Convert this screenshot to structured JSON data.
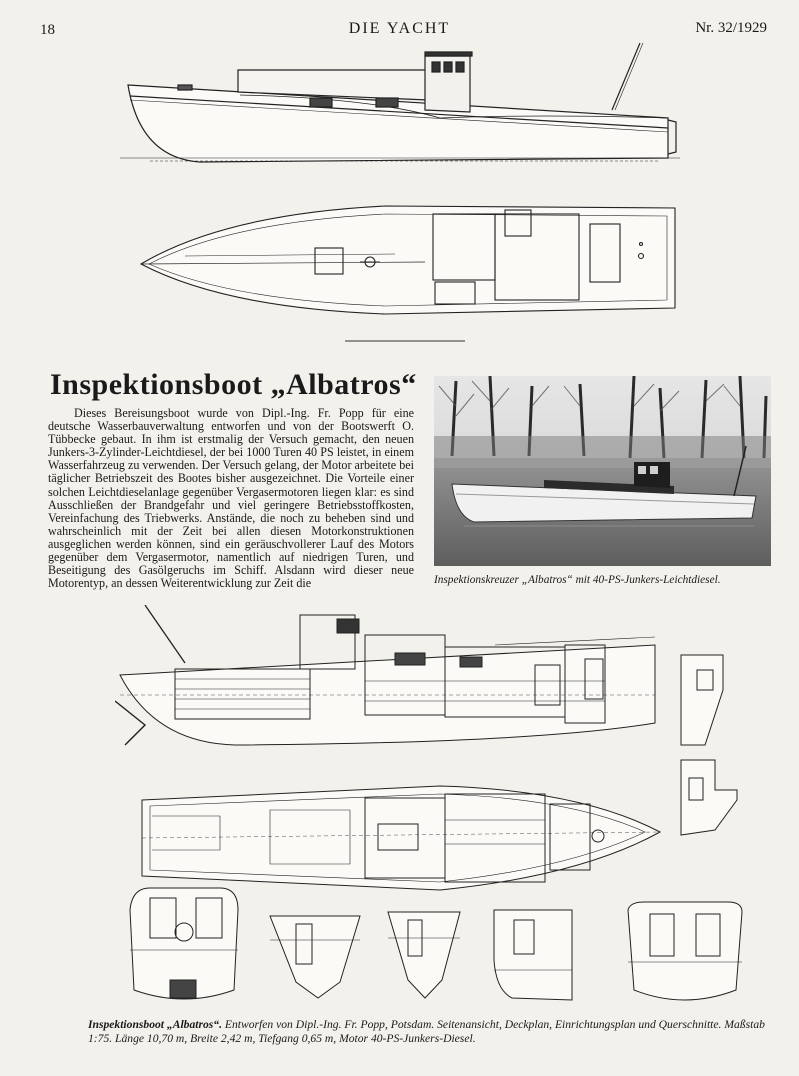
{
  "header": {
    "page_number": "18",
    "journal": "DIE YACHT",
    "issue": "Nr. 32/1929"
  },
  "article": {
    "title": "Inspektionsboot „Albatros“",
    "body": "Dieses Bereisungsboot wurde von Dipl.-Ing. Fr. Popp für eine deutsche Wasserbauverwaltung entworfen und von der Bootswerft O. Tübbecke gebaut. In ihm ist erstmalig der Versuch gemacht, den neuen Junkers-3-Zylinder-Leichtdiesel, der bei 1000 Turen 40 PS leistet, in einem Wasserfahrzeug zu verwenden. Der Versuch gelang, der Motor arbeitete bei täglicher Betriebszeit des Bootes bisher ausgezeichnet. Die Vorteile einer solchen Leichtdieselanlage gegenüber Vergasermotoren liegen klar: es sind Ausschließen der Brandgefahr und viel geringere Betriebsstoffkosten, Vereinfachung des Triebwerks. Anstände, die noch zu beheben sind und wahrscheinlich mit der Zeit bei allen diesen Motorkonstruktionen ausgeglichen werden können, sind ein geräuschvollerer Lauf des Motors gegenüber dem Vergasermotor, namentlich auf niedrigen Turen, und Beseitigung des Gasölgeruchs im Schiff. Alsdann wird dieser neue Motorentyp, an dessen Weiterentwicklung zur Zeit die"
  },
  "photo": {
    "caption": "Inspektionskreuzer „Albatros“ mit 40-PS-Junkers-Leichtdiesel."
  },
  "plans": {
    "caption_lead": "Inspektionsboot „Albatros“.",
    "caption_rest": " Entworfen von Dipl.-Ing. Fr. Popp, Potsdam. Seitenansicht, Deckplan, Einrichtungsplan und Querschnitte. Maßstab 1:75. Länge 10,70 m, Breite 2,42 m, Tiefgang 0,65 m, Motor 40-PS-Junkers-Diesel."
  }
}
